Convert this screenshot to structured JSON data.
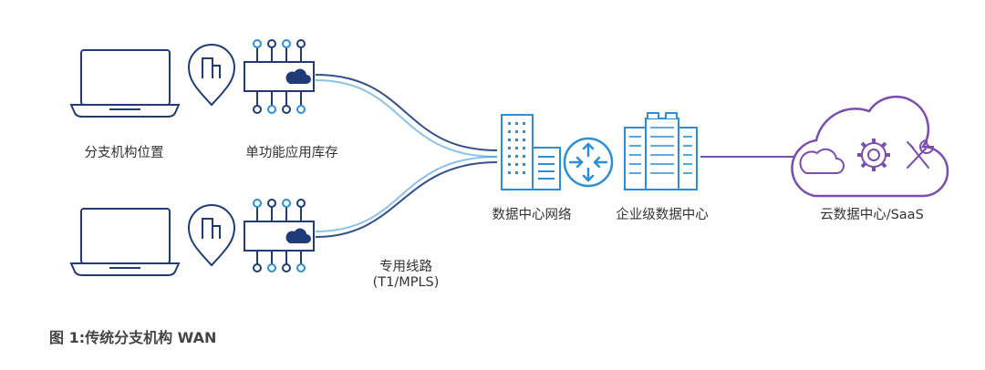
{
  "labels": {
    "branch_location": "分支机构位置",
    "single_function_apps": "单功能应用库存",
    "dedicated_line_1": "专用线路",
    "dedicated_line_2": "(T1/MPLS)",
    "dc_network": "数据中心网络",
    "enterprise_dc": "企业级数据中心",
    "cloud_dc": "云数据中心/SaaS"
  },
  "caption": "图 1:传统分支机构 WAN",
  "colors": {
    "navy": "#1f3b78",
    "blue": "#2c8fd6",
    "line": "#33508c",
    "purple": "#7b4db0",
    "text": "#333333"
  }
}
